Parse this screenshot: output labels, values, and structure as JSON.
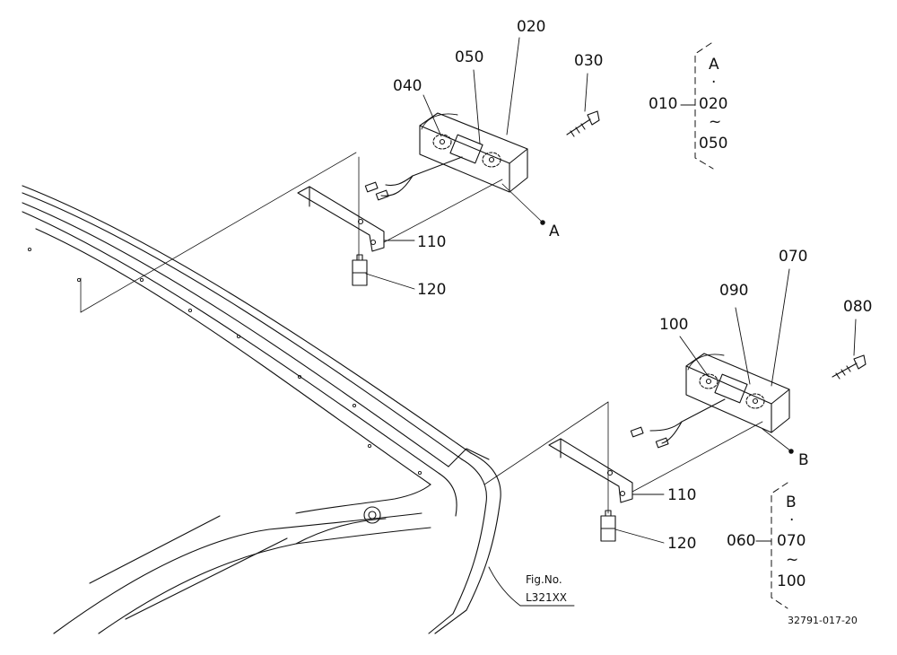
{
  "parts": {
    "p010": "010",
    "p020": "020",
    "p030": "030",
    "p040": "040",
    "p050": "050",
    "p060": "060",
    "p070": "070",
    "p080": "080",
    "p090": "090",
    "p100": "100",
    "p110a": "110",
    "p110b": "110",
    "p120a": "120",
    "p120b": "120"
  },
  "groups": {
    "a": {
      "letter": "A",
      "dot": "·",
      "from": "020",
      "tilde": "~",
      "to": "050",
      "ref": "A"
    },
    "b": {
      "letter": "B",
      "dot": "·",
      "from": "070",
      "tilde": "~",
      "to": "100",
      "ref": "B"
    }
  },
  "figure": {
    "caption": "Fig.No.",
    "number": "L321XX",
    "code": "32791-017-20"
  }
}
